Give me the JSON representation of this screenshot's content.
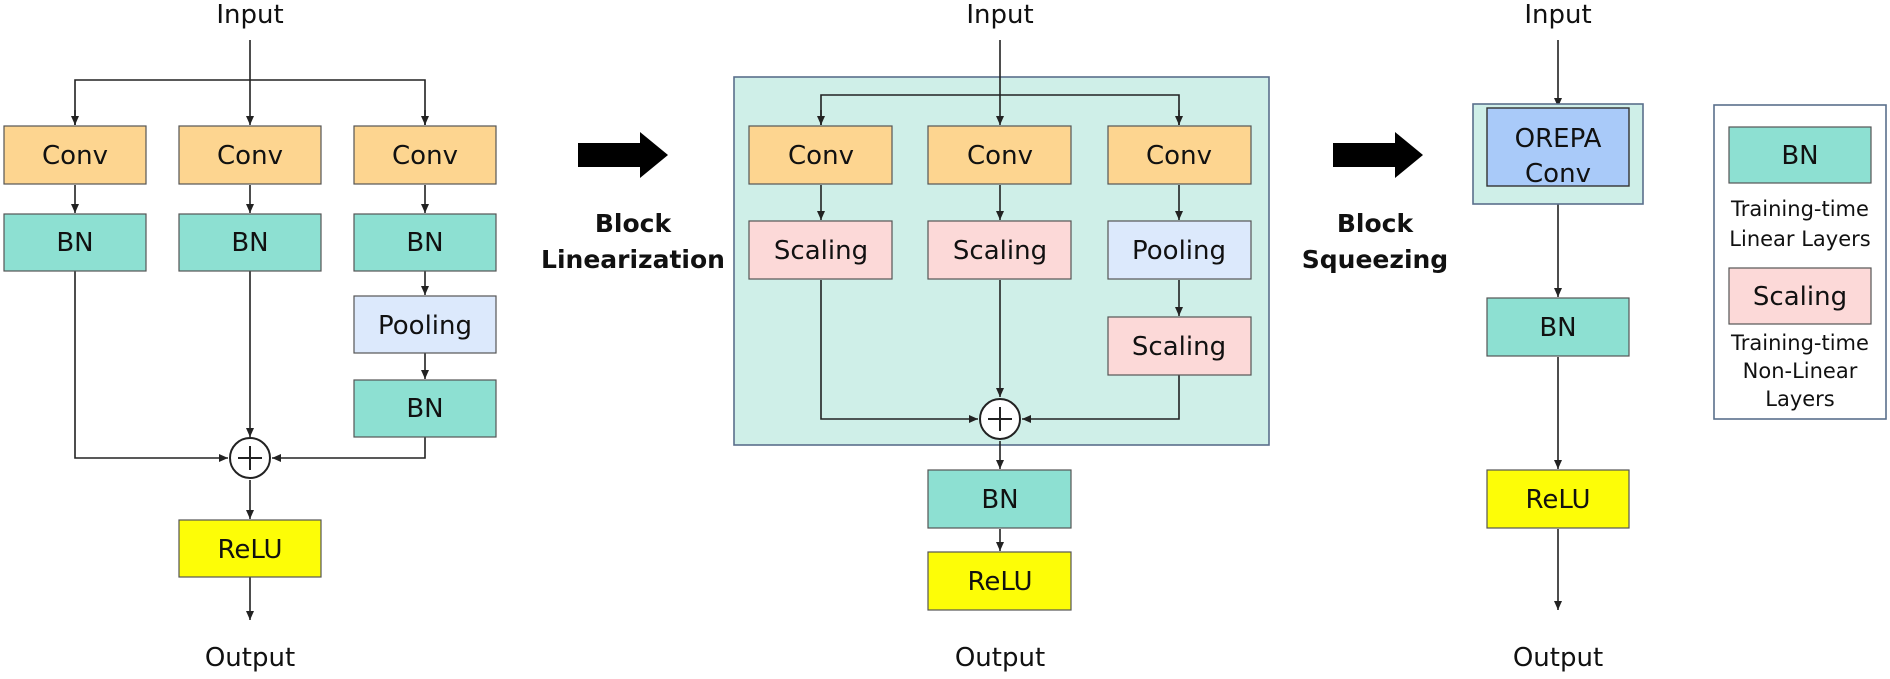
{
  "colors": {
    "conv": "#fdd590",
    "bn": "#8de0d2",
    "pooling": "#dce9fc",
    "scaling": "#fcd9d8",
    "relu": "#fdfd07",
    "orepa": "#a9caf9",
    "container_fill": "#cfefe8",
    "container_stroke": "#5a6f8c",
    "line": "#222222"
  },
  "left_block": {
    "input": "Input",
    "output": "Output",
    "branch1": [
      "Conv",
      "BN"
    ],
    "branch2": [
      "Conv",
      "BN"
    ],
    "branch3": [
      "Conv",
      "BN",
      "Pooling",
      "BN"
    ],
    "after_sum": "ReLU"
  },
  "arrow1": {
    "line1": "Block",
    "line2": "Linearization"
  },
  "middle_block": {
    "input": "Input",
    "output": "Output",
    "branch1": [
      "Conv",
      "Scaling"
    ],
    "branch2": [
      "Conv",
      "Scaling"
    ],
    "branch3": [
      "Conv",
      "Pooling",
      "Scaling"
    ],
    "after_sum": [
      "BN",
      "ReLU"
    ]
  },
  "arrow2": {
    "line1": "Block",
    "line2": "Squeezing"
  },
  "right_block": {
    "input": "Input",
    "output": "Output",
    "orepa_line1": "OREPA",
    "orepa_line2": "Conv",
    "bn": "BN",
    "relu": "ReLU"
  },
  "legend": {
    "bn_label": "BN",
    "bn_desc_line1": "Training-time",
    "bn_desc_line2": "Linear Layers",
    "scaling_label": "Scaling",
    "scaling_desc_line1": "Training-time",
    "scaling_desc_line2": "Non-Linear",
    "scaling_desc_line3": "Layers"
  }
}
